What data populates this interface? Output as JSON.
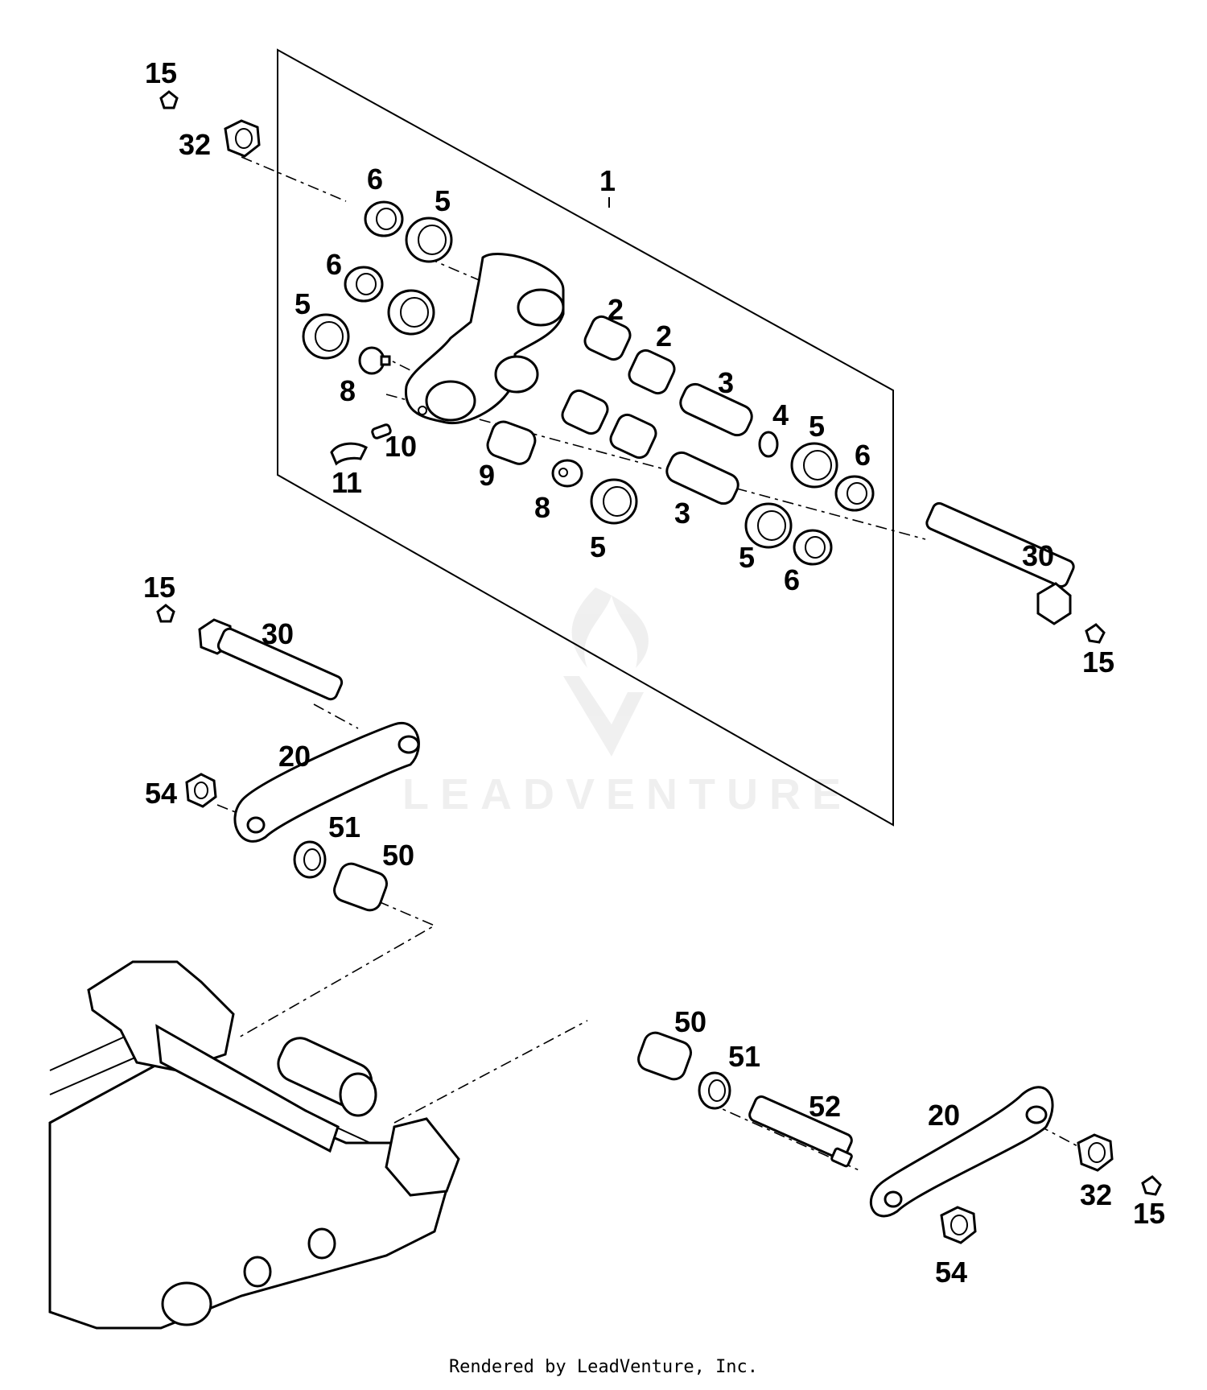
{
  "diagram": {
    "type": "exploded-parts-diagram",
    "watermark": "LEADVENTURE",
    "footer": "Rendered by LeadVenture, Inc.",
    "callouts": [
      {
        "id": "c15a",
        "label": "15"
      },
      {
        "id": "c32a",
        "label": "32"
      },
      {
        "id": "c6a",
        "label": "6"
      },
      {
        "id": "c5a",
        "label": "5"
      },
      {
        "id": "c1",
        "label": "1"
      },
      {
        "id": "c6b",
        "label": "6"
      },
      {
        "id": "c5b",
        "label": "5"
      },
      {
        "id": "c2a",
        "label": "2"
      },
      {
        "id": "c2b",
        "label": "2"
      },
      {
        "id": "c8a",
        "label": "8"
      },
      {
        "id": "c3a",
        "label": "3"
      },
      {
        "id": "c4",
        "label": "4"
      },
      {
        "id": "c5c",
        "label": "5"
      },
      {
        "id": "c10",
        "label": "10"
      },
      {
        "id": "c6c",
        "label": "6"
      },
      {
        "id": "c11",
        "label": "11"
      },
      {
        "id": "c9",
        "label": "9"
      },
      {
        "id": "c8b",
        "label": "8"
      },
      {
        "id": "c3b",
        "label": "3"
      },
      {
        "id": "c5d",
        "label": "5"
      },
      {
        "id": "c5e",
        "label": "5"
      },
      {
        "id": "c6d",
        "label": "6"
      },
      {
        "id": "c30a",
        "label": "30"
      },
      {
        "id": "c15b",
        "label": "15"
      },
      {
        "id": "c15c",
        "label": "15"
      },
      {
        "id": "c30b",
        "label": "30"
      },
      {
        "id": "c20a",
        "label": "20"
      },
      {
        "id": "c54a",
        "label": "54"
      },
      {
        "id": "c51a",
        "label": "51"
      },
      {
        "id": "c50a",
        "label": "50"
      },
      {
        "id": "c50b",
        "label": "50"
      },
      {
        "id": "c51b",
        "label": "51"
      },
      {
        "id": "c52",
        "label": "52"
      },
      {
        "id": "c20b",
        "label": "20"
      },
      {
        "id": "c32b",
        "label": "32"
      },
      {
        "id": "c15d",
        "label": "15"
      },
      {
        "id": "c54b",
        "label": "54"
      }
    ]
  }
}
